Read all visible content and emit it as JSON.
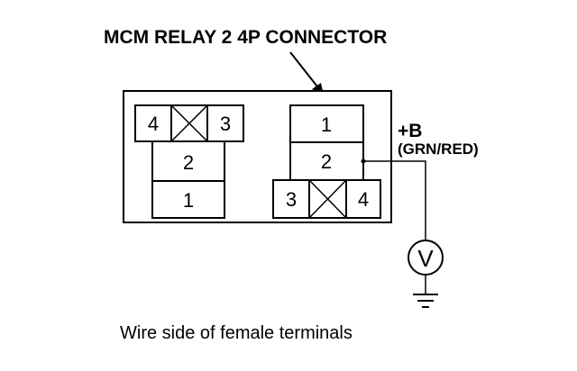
{
  "title": "MCM RELAY 2 4P CONNECTOR",
  "caption": "Wire side of female terminals",
  "left_block": {
    "top_row": [
      "4",
      "3"
    ],
    "middle": "2",
    "bottom": "1"
  },
  "right_block": {
    "top": "1",
    "middle": "2",
    "bottom_row": [
      "3",
      "4"
    ]
  },
  "probe": {
    "symbol": "+B",
    "wire_color": "(GRN/RED)",
    "meter_symbol": "V"
  },
  "colors": {
    "ink": "#000000",
    "background": "#ffffff"
  }
}
